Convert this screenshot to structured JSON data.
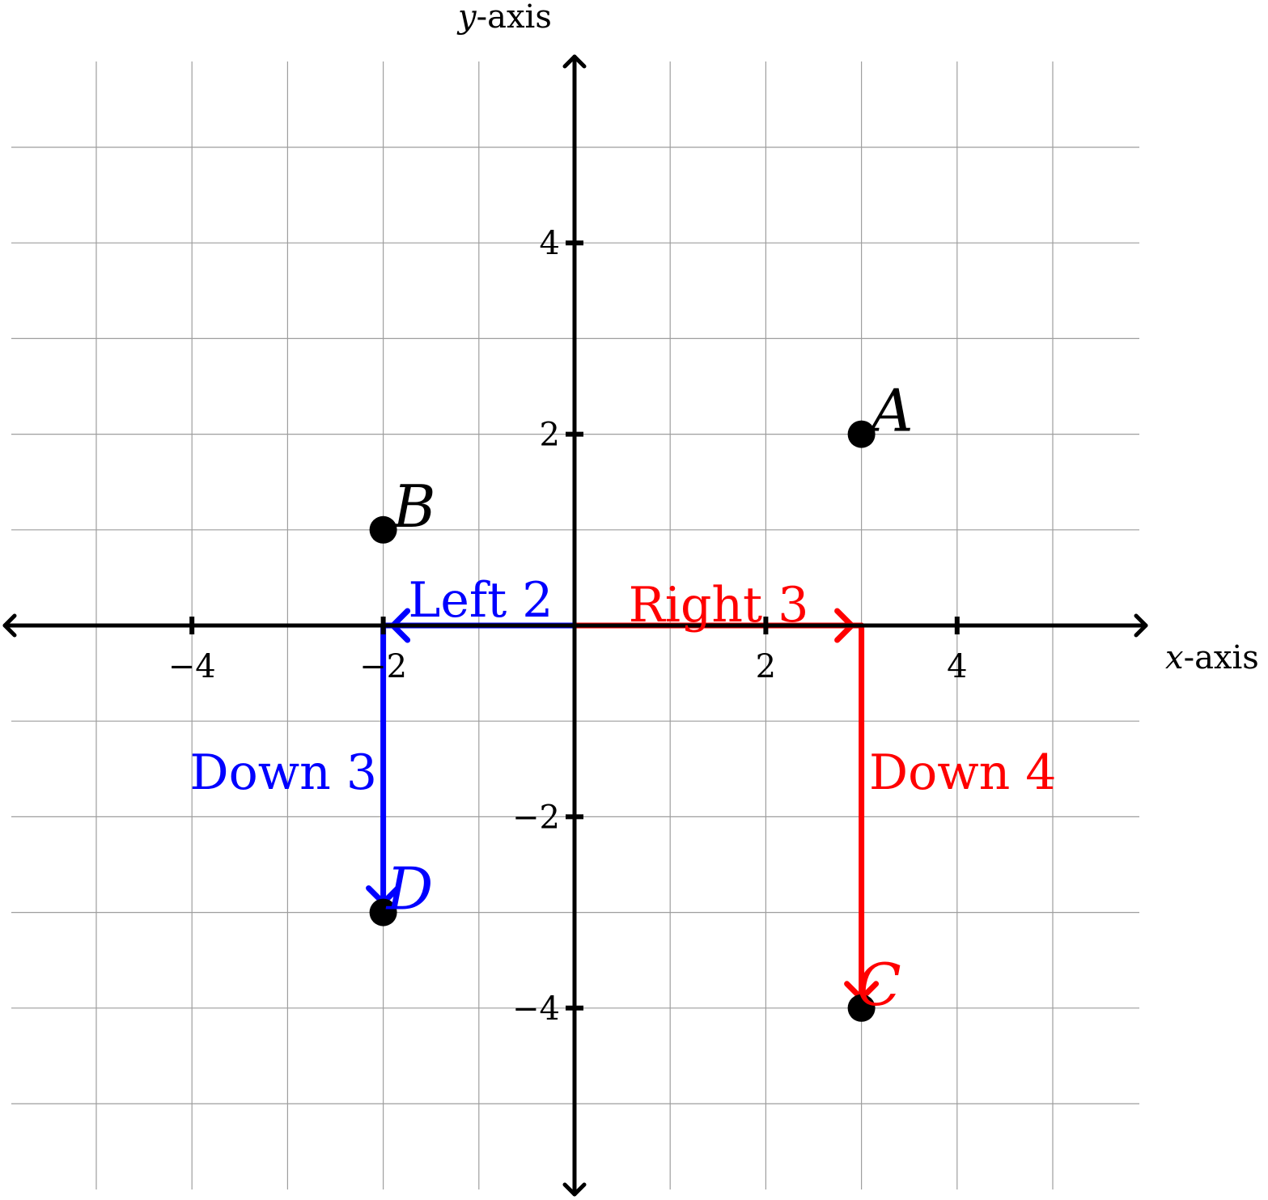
{
  "chart_data": {
    "type": "scatter",
    "xlabel_var": "x",
    "xlabel_rest": "-axis",
    "ylabel_var": "y",
    "ylabel_rest": "-axis",
    "xlim": [
      -6,
      6
    ],
    "ylim": [
      -6,
      6
    ],
    "grid": true,
    "x_ticks": [
      {
        "value": -4,
        "label": "−4"
      },
      {
        "value": -2,
        "label": "−2"
      },
      {
        "value": 2,
        "label": "2"
      },
      {
        "value": 4,
        "label": "4"
      }
    ],
    "y_ticks": [
      {
        "value": 4,
        "label": "4"
      },
      {
        "value": 2,
        "label": "2"
      },
      {
        "value": -2,
        "label": "−2"
      },
      {
        "value": -4,
        "label": "−4"
      }
    ],
    "points": [
      {
        "label": "A",
        "x": 3,
        "y": 2,
        "color": "#000000"
      },
      {
        "label": "B",
        "x": -2,
        "y": 1,
        "color": "#000000"
      },
      {
        "label": "C",
        "x": 3,
        "y": -4,
        "color": "#ff0000"
      },
      {
        "label": "D",
        "x": -2,
        "y": -3,
        "color": "#0000ff"
      }
    ],
    "paths": [
      {
        "color": "#ff0000",
        "segments": [
          {
            "from": [
              0,
              0
            ],
            "to": [
              3,
              0
            ],
            "label": "Right 3"
          },
          {
            "from": [
              3,
              0
            ],
            "to": [
              3,
              -4
            ],
            "label": "Down 4"
          }
        ]
      },
      {
        "color": "#0000ff",
        "segments": [
          {
            "from": [
              0,
              0
            ],
            "to": [
              -2,
              0
            ],
            "label": "Left 2"
          },
          {
            "from": [
              -2,
              0
            ],
            "to": [
              -2,
              -3
            ],
            "label": "Down 3"
          }
        ]
      }
    ]
  }
}
